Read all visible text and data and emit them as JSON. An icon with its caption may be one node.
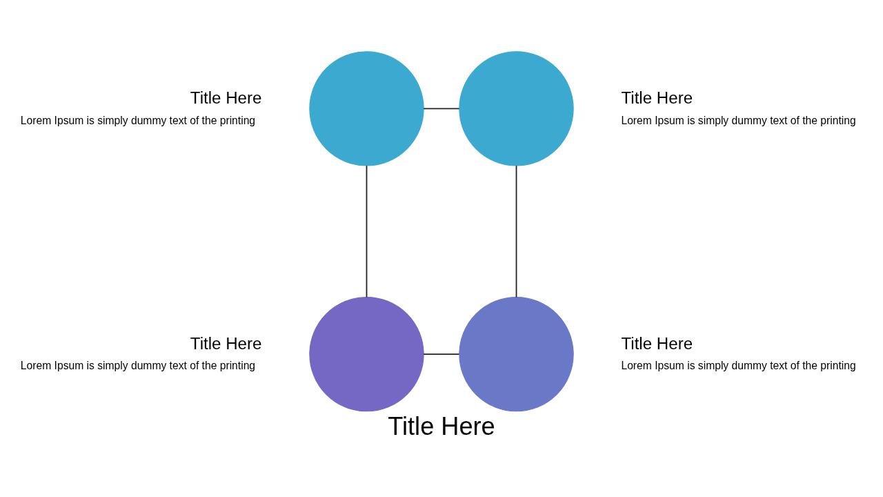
{
  "diagram": {
    "title": "Title Here",
    "nodes": [
      {
        "text": [],
        "shape": "circle",
        "beside": [
          "Title Here",
          "Lorem Ipsum is simply dummy text of the printing"
        ]
      },
      {
        "text": [],
        "shape": "circle",
        "beside": [
          "Title Here",
          "Lorem Ipsum is simply dummy text of the printing"
        ]
      },
      {
        "text": [],
        "shape": "circle",
        "beside": [
          "Title Here",
          "Lorem Ipsum is simply dummy text of the printing"
        ]
      },
      {
        "text": [],
        "shape": "circle",
        "beside": [
          "Title Here",
          "Lorem Ipsum is simply dummy text of the printing"
        ]
      }
    ],
    "edges": [
      {
        "from": 0,
        "to": 1,
        "arrow": "none"
      },
      {
        "from": 1,
        "to": 3,
        "arrow": "none"
      },
      {
        "from": 2,
        "to": 3,
        "arrow": "none"
      },
      {
        "from": 0,
        "to": 2,
        "arrow": "none"
      }
    ]
  }
}
